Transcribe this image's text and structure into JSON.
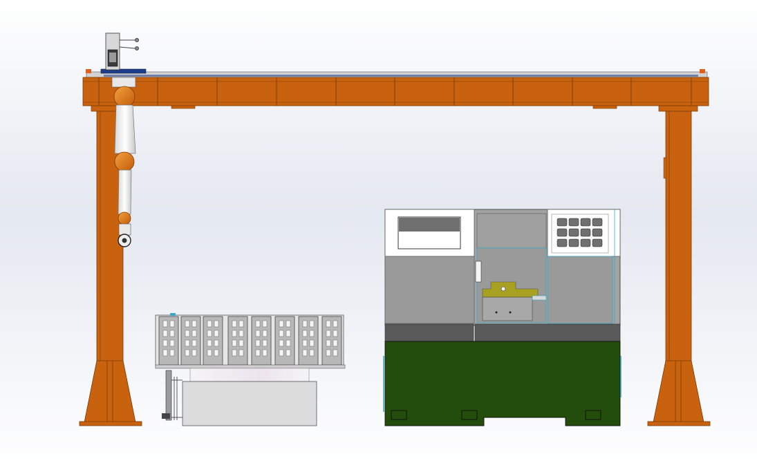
{
  "scene": {
    "description_visible_text": [],
    "colors": {
      "background_top": "#ffffff",
      "background_mid": "#e4e8f0",
      "background_bottom": "#ffffff",
      "gantry_orange": "#c8620f",
      "gantry_dark": "#7a3a06",
      "rail_blue": "#1f3c88",
      "robot_white": "#f2f2f2",
      "robot_joint_orange": "#e0780f",
      "machine_gray": "#9a9a9a",
      "machine_dark_gray": "#5a5a5a",
      "machine_base_green": "#234d0a",
      "panel_white": "#ffffff",
      "screen_gray": "#707070",
      "fixture_yellow": "#a8a020",
      "accent_cyan": "#3aa8c8",
      "conveyor_gray": "#d8d8d8",
      "rack_gray": "#c0c0c0"
    },
    "components": {
      "gantry": "gantry-frame",
      "robot": "robot-arm",
      "machine": "cnc-lathe",
      "rack": "part-rack"
    }
  }
}
